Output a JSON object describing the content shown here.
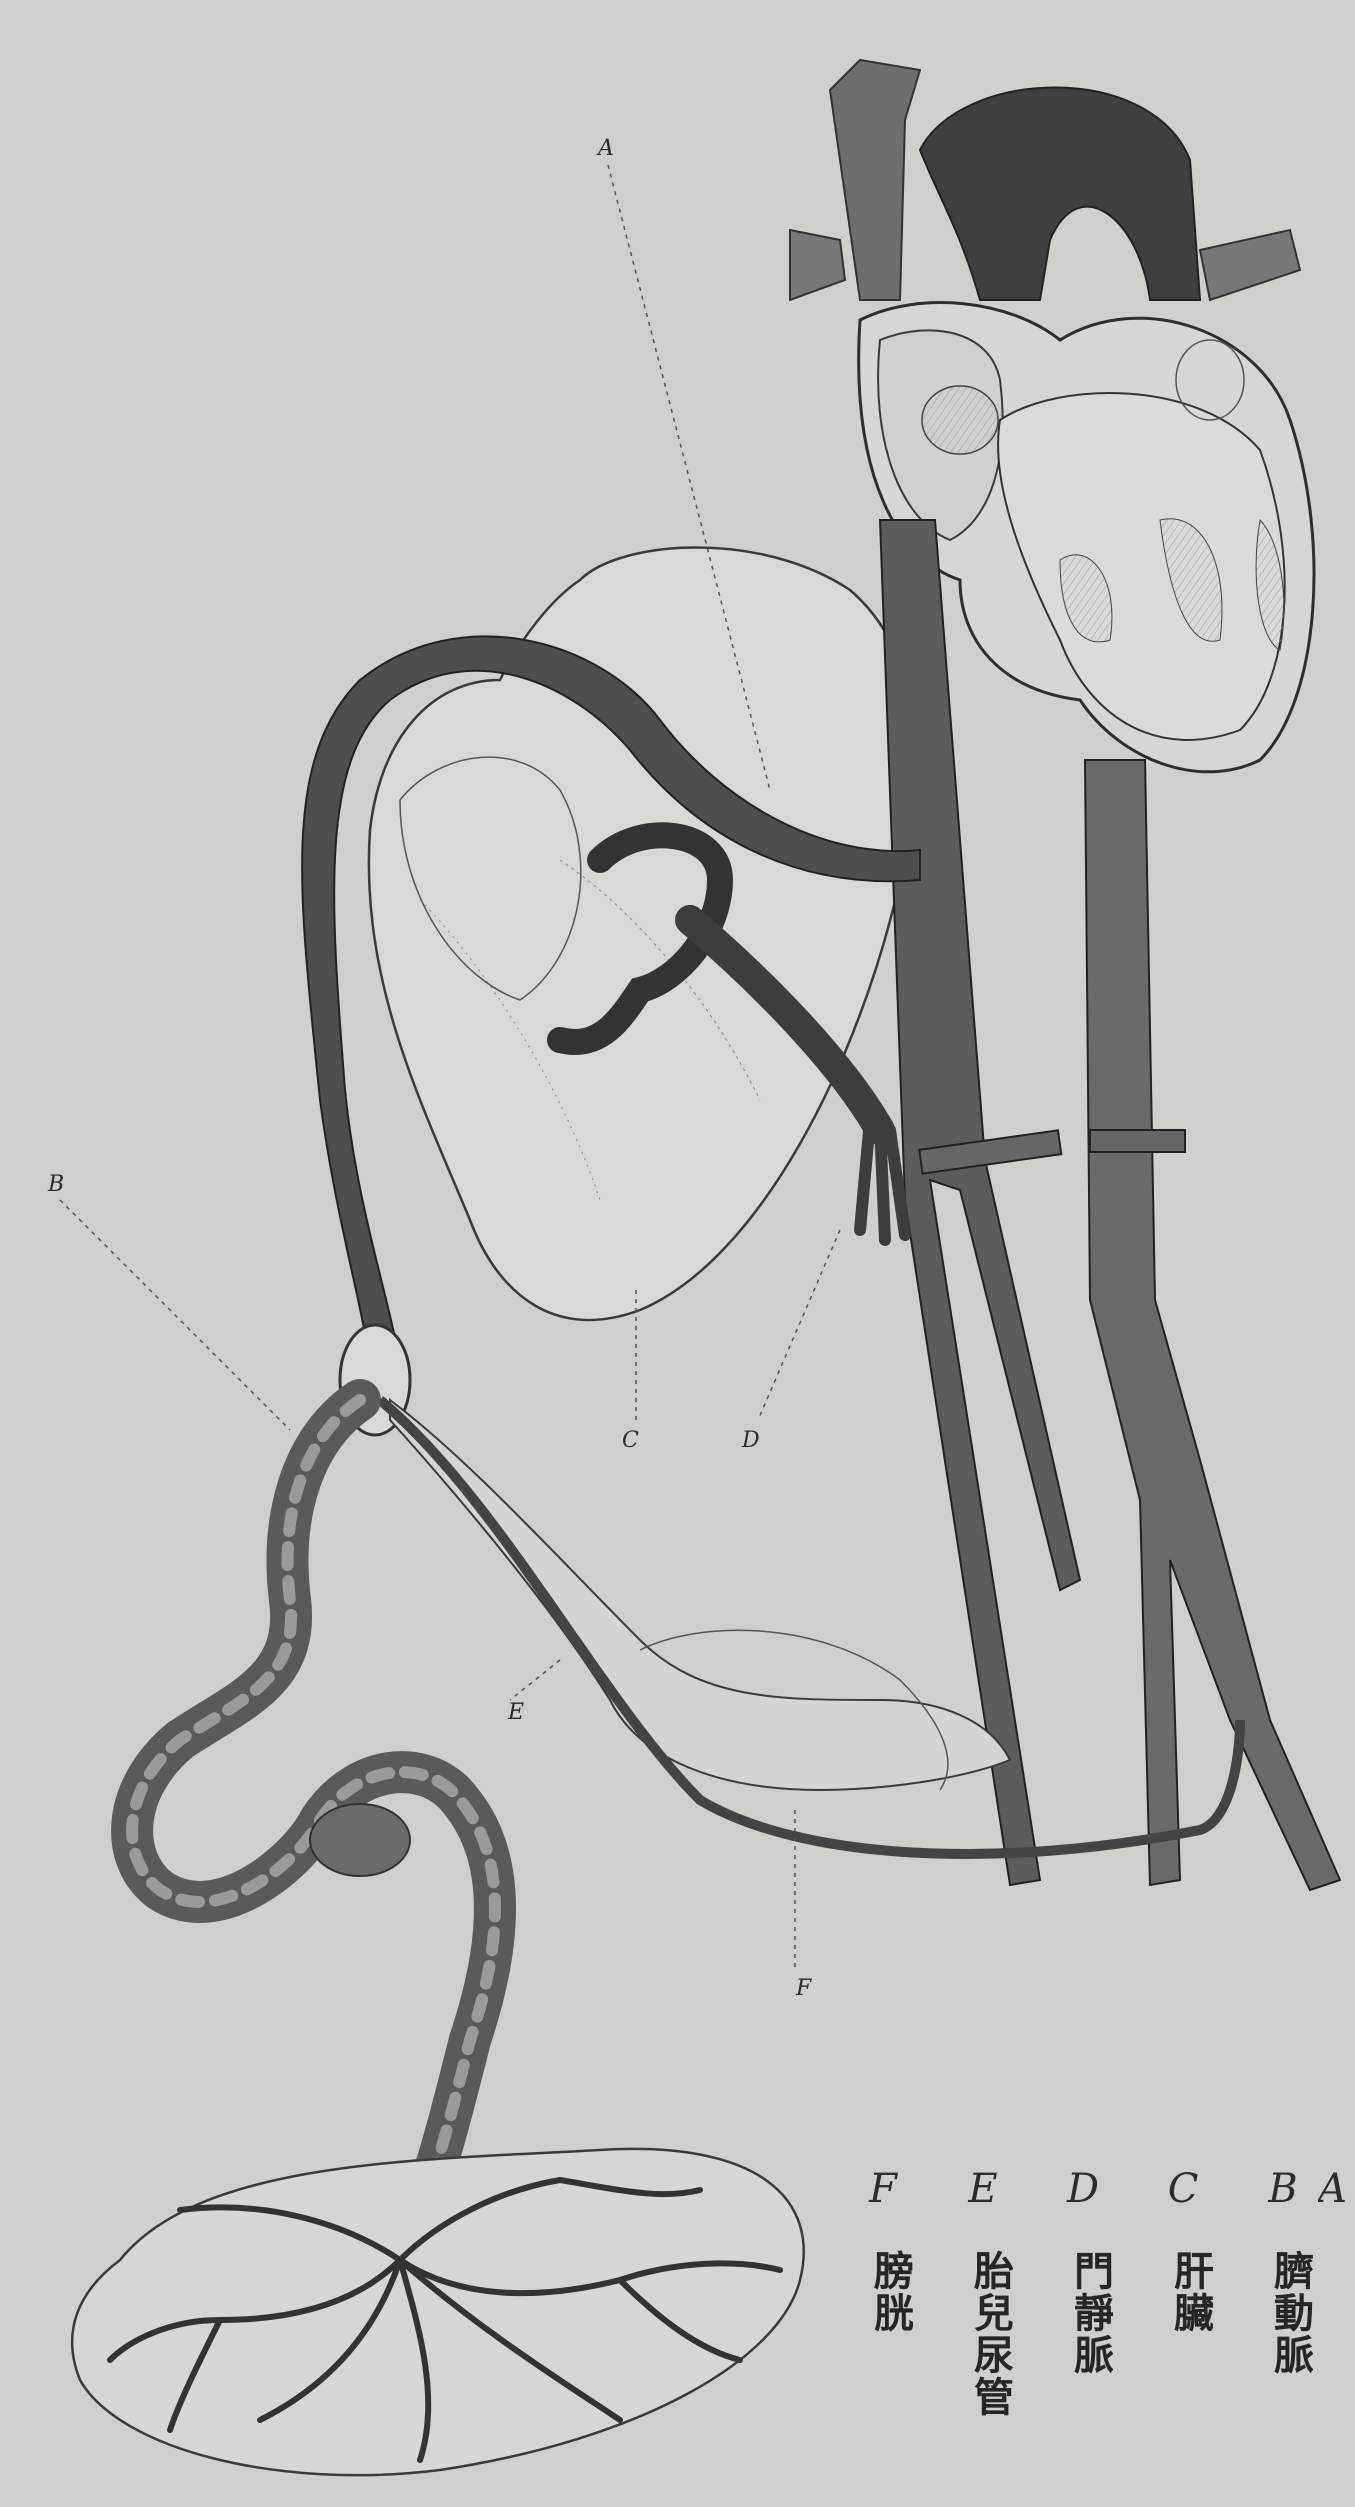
{
  "callouts": {
    "A": "A",
    "B": "B",
    "C": "C",
    "D": "D",
    "E": "E",
    "F": "F"
  },
  "legend": [
    {
      "letter": "F",
      "term": "膀胱"
    },
    {
      "letter": "E",
      "term": "胎兒尿管"
    },
    {
      "letter": "D",
      "term": "門靜脈"
    },
    {
      "letter": "C",
      "term": "肝臟"
    },
    {
      "letter": "B",
      "term": "臍動脈"
    },
    {
      "letter": "A",
      "term": ""
    }
  ],
  "colors": {
    "paper": "#cfcfcb",
    "ink": "#2a2a2a",
    "vessel_dark": "#4a4a4a",
    "vessel_mid": "#7a7a78",
    "organ_fill": "#d9d9d5"
  }
}
